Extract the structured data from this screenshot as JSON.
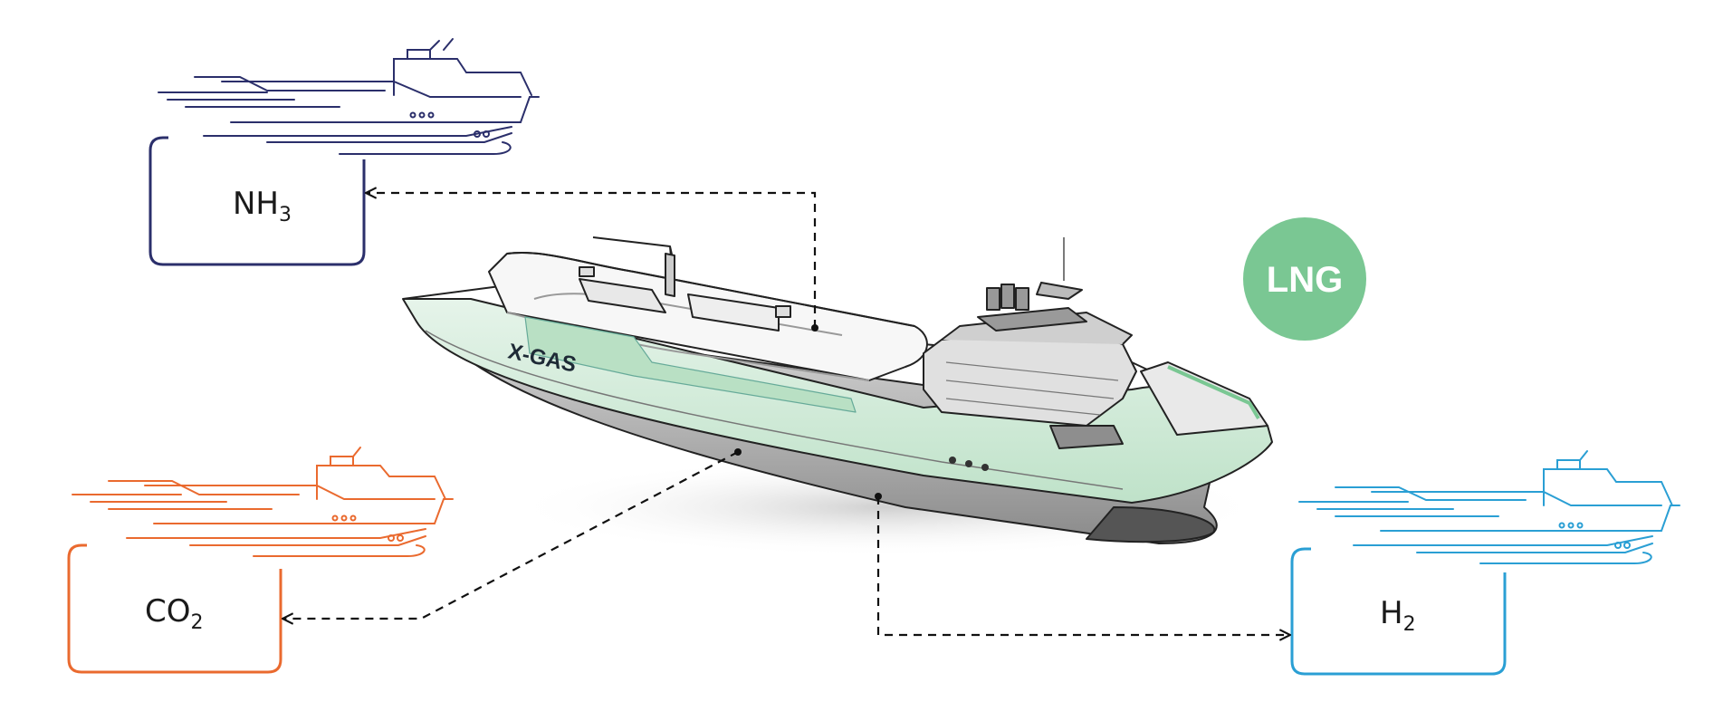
{
  "colors": {
    "nh3": "#2b2f6b",
    "co2": "#ea6a2f",
    "h2": "#2a9fd4",
    "lng": "#7ac793",
    "hull_green": "#cfe9d6",
    "outline": "#222222",
    "connector": "#111111"
  },
  "badge": {
    "label": "LNG"
  },
  "ship": {
    "brand": "X-GAS"
  },
  "boxes": [
    {
      "id": "nh3",
      "base": "NH",
      "sub": "3"
    },
    {
      "id": "co2",
      "base": "CO",
      "sub": "2"
    },
    {
      "id": "h2",
      "base": "H",
      "sub": "2"
    }
  ]
}
